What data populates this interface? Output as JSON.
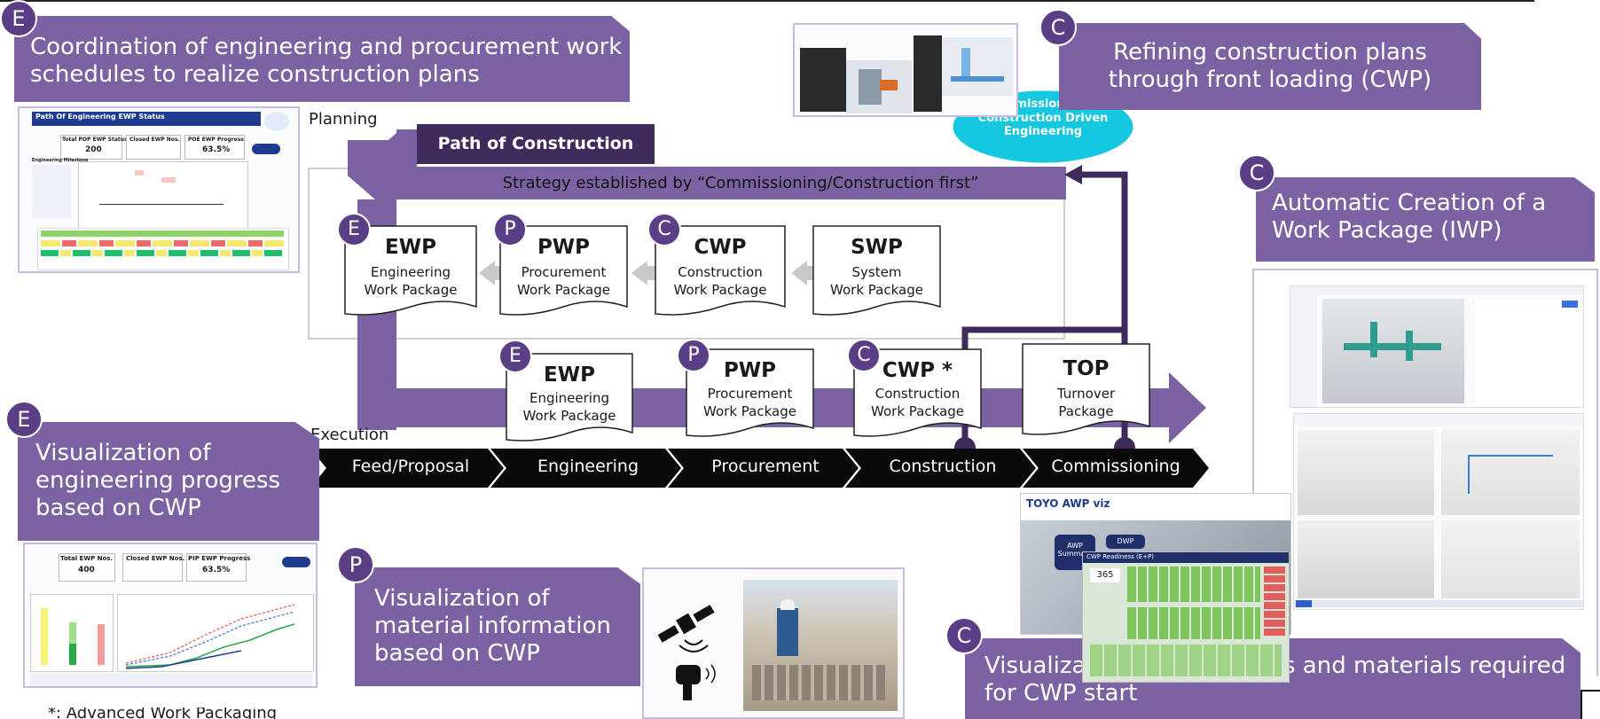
{
  "callouts": {
    "coordination": {
      "badge": "E",
      "text": "Coordination of engineering and procurement work schedules to realize construction plans"
    },
    "refining": {
      "badge": "C",
      "text": "Refining construction plans through front loading (CWP)"
    },
    "automatic": {
      "badge": "C",
      "text": "Automatic Creation of a Work Package (IWP)"
    },
    "vis_engineering": {
      "badge": "E",
      "text": "Visualization of engineering progress based on CWP"
    },
    "vis_material": {
      "badge": "P",
      "text": "Visualization of material information based on CWP"
    },
    "vis_documents": {
      "badge": "C",
      "text": "Visualization of documents and materials required for CWP start"
    }
  },
  "diagram": {
    "planning_label": "Planning",
    "execution_label": "Execution",
    "path_of_construction": "Path of Construction",
    "strategy": "Strategy established by “Commissioning/Construction first”",
    "ellipse": "Commissioning & Construction Driven Engineering",
    "planning_docs": [
      {
        "badge": "E",
        "code": "EWP",
        "line1": "Engineering",
        "line2": "Work Package"
      },
      {
        "badge": "P",
        "code": "PWP",
        "line1": "Procurement",
        "line2": "Work Package"
      },
      {
        "badge": "C",
        "code": "CWP",
        "line1": "Construction",
        "line2": "Work Package"
      },
      {
        "badge": "",
        "code": "SWP",
        "line1": "System",
        "line2": "Work Package"
      }
    ],
    "execution_docs": [
      {
        "badge": "E",
        "code": "EWP",
        "line1": "Engineering",
        "line2": "Work Package"
      },
      {
        "badge": "P",
        "code": "PWP",
        "line1": "Procurement",
        "line2": "Work Package"
      },
      {
        "badge": "C",
        "code": "CWP *",
        "line1": "Construction",
        "line2": "Work Package"
      },
      {
        "badge": "",
        "code": "TOP",
        "line1": "Turnover",
        "line2": "Package"
      }
    ],
    "phases": [
      "Feed/Proposal",
      "Engineering",
      "Procurement",
      "Construction",
      "Commissioning"
    ]
  },
  "dashboards": {
    "poe": {
      "title": "Path Of Engineering EWP Status",
      "k1_label": "Total POP EWP Status",
      "k1_value": "200",
      "k2_label": "Closed EWP Nos.",
      "k3_label": "POE EWP Progress",
      "k3_value": "63.5%",
      "section": "Engineering Milestone"
    },
    "pip": {
      "k1_label": "Total EWP Nos.",
      "k1_value": "400",
      "k2_label": "Closed EWP Nos.",
      "k3_label": "PIP EWP Progress",
      "k3_value": "63.5%"
    },
    "awp": {
      "title": "TOYO AWP viz",
      "btn1": "AWP Summary",
      "btn2": "DWP",
      "panel": "CWP Readiness (E+P)",
      "value": "365"
    }
  },
  "footnote": "*: Advanced Work Packaging",
  "colors": {
    "purple": "#7b63a3",
    "dark_purple": "#3f2a5c",
    "badge": "#5a3f86",
    "cyan": "#15c7df"
  }
}
